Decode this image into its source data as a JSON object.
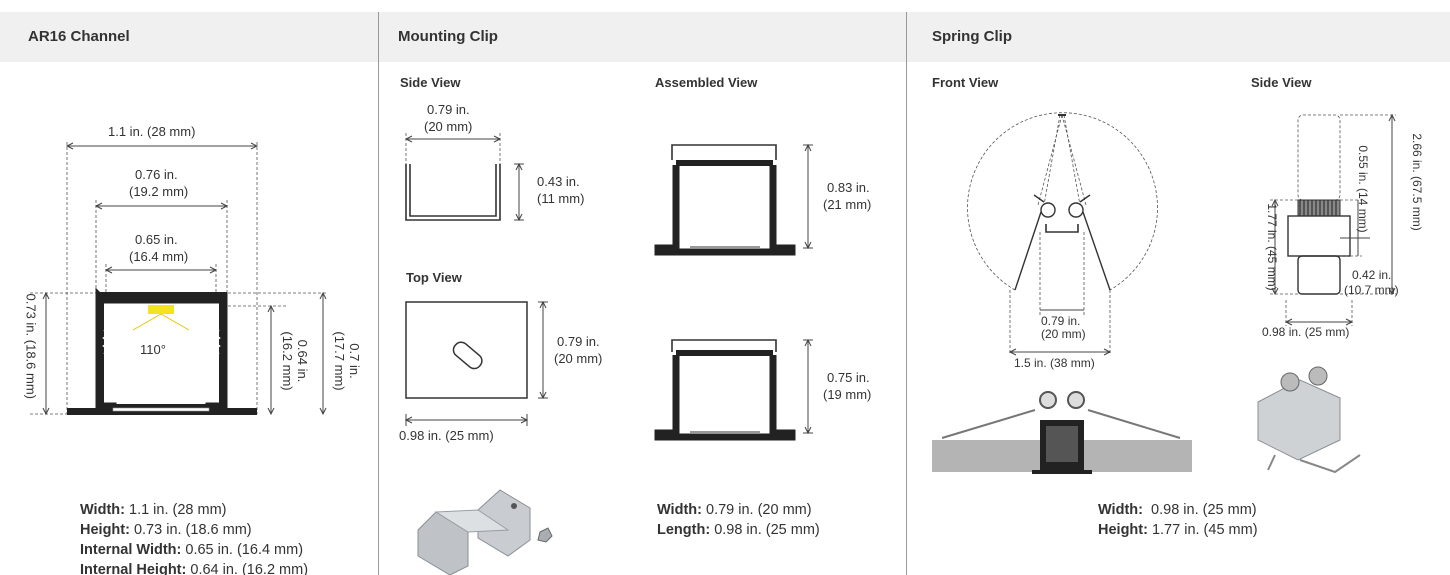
{
  "sections": [
    {
      "title": "AR16 Channel"
    },
    {
      "title": "Mounting Clip"
    },
    {
      "title": "Spring Clip"
    }
  ],
  "channel": {
    "dims": {
      "overall_width": "1.1 in. (28 mm)",
      "width_076_a": "0.76 in.",
      "width_076_b": "(19.2 mm)",
      "width_065_a": "0.65 in.",
      "width_065_b": "(16.4 mm)",
      "beam_angle": "110°",
      "height_073": "0.73 in. (18.6 mm)",
      "height_064_a": "0.64 in.",
      "height_064_b": "(16.2 mm)",
      "height_07_a": "0.7 in.",
      "height_07_b": "(17.7 mm)"
    },
    "specs": [
      {
        "label": "Width:",
        "value": "1.1 in. (28 mm)"
      },
      {
        "label": "Height:",
        "value": "0.73 in. (18.6 mm)"
      },
      {
        "label": "Internal Width:",
        "value": "0.65 in. (16.4 mm)"
      },
      {
        "label": "Internal Height:",
        "value": "0.64 in. (16.2 mm)"
      }
    ]
  },
  "mounting": {
    "side_view": "Side View",
    "top_view": "Top View",
    "assembled_view": "Assembled View",
    "side_w_a": "0.79 in.",
    "side_w_b": "(20 mm)",
    "side_h_a": "0.43 in.",
    "side_h_b": "(11 mm)",
    "top_h_a": "0.79 in.",
    "top_h_b": "(20 mm)",
    "top_w": "0.98 in. (25 mm)",
    "asm1_a": "0.83 in.",
    "asm1_b": "(21 mm)",
    "asm2_a": "0.75 in.",
    "asm2_b": "(19 mm)",
    "specs": [
      {
        "label": "Width:",
        "value": "0.79 in. (20 mm)"
      },
      {
        "label": "Length:",
        "value": "0.98 in. (25 mm)"
      }
    ]
  },
  "spring": {
    "front_view": "Front View",
    "side_view": "Side View",
    "inner_w_a": "0.79 in.",
    "inner_w_b": "(20 mm)",
    "outer_w": "1.5 in. (38 mm)",
    "total_h": "2.66 in. (67.5 mm)",
    "coil_h": "0.55 in. (14 mm)",
    "body_h": "1.77 in. (45 mm)",
    "foot_a": "0.42 in.",
    "foot_b": "(10.7 mm)",
    "side_w": "0.98 in. (25 mm)",
    "specs": [
      {
        "label": "Width:",
        "value": "0.98 in. (25 mm)"
      },
      {
        "label": "Height:",
        "value": "1.77 in. (45 mm)"
      }
    ]
  }
}
